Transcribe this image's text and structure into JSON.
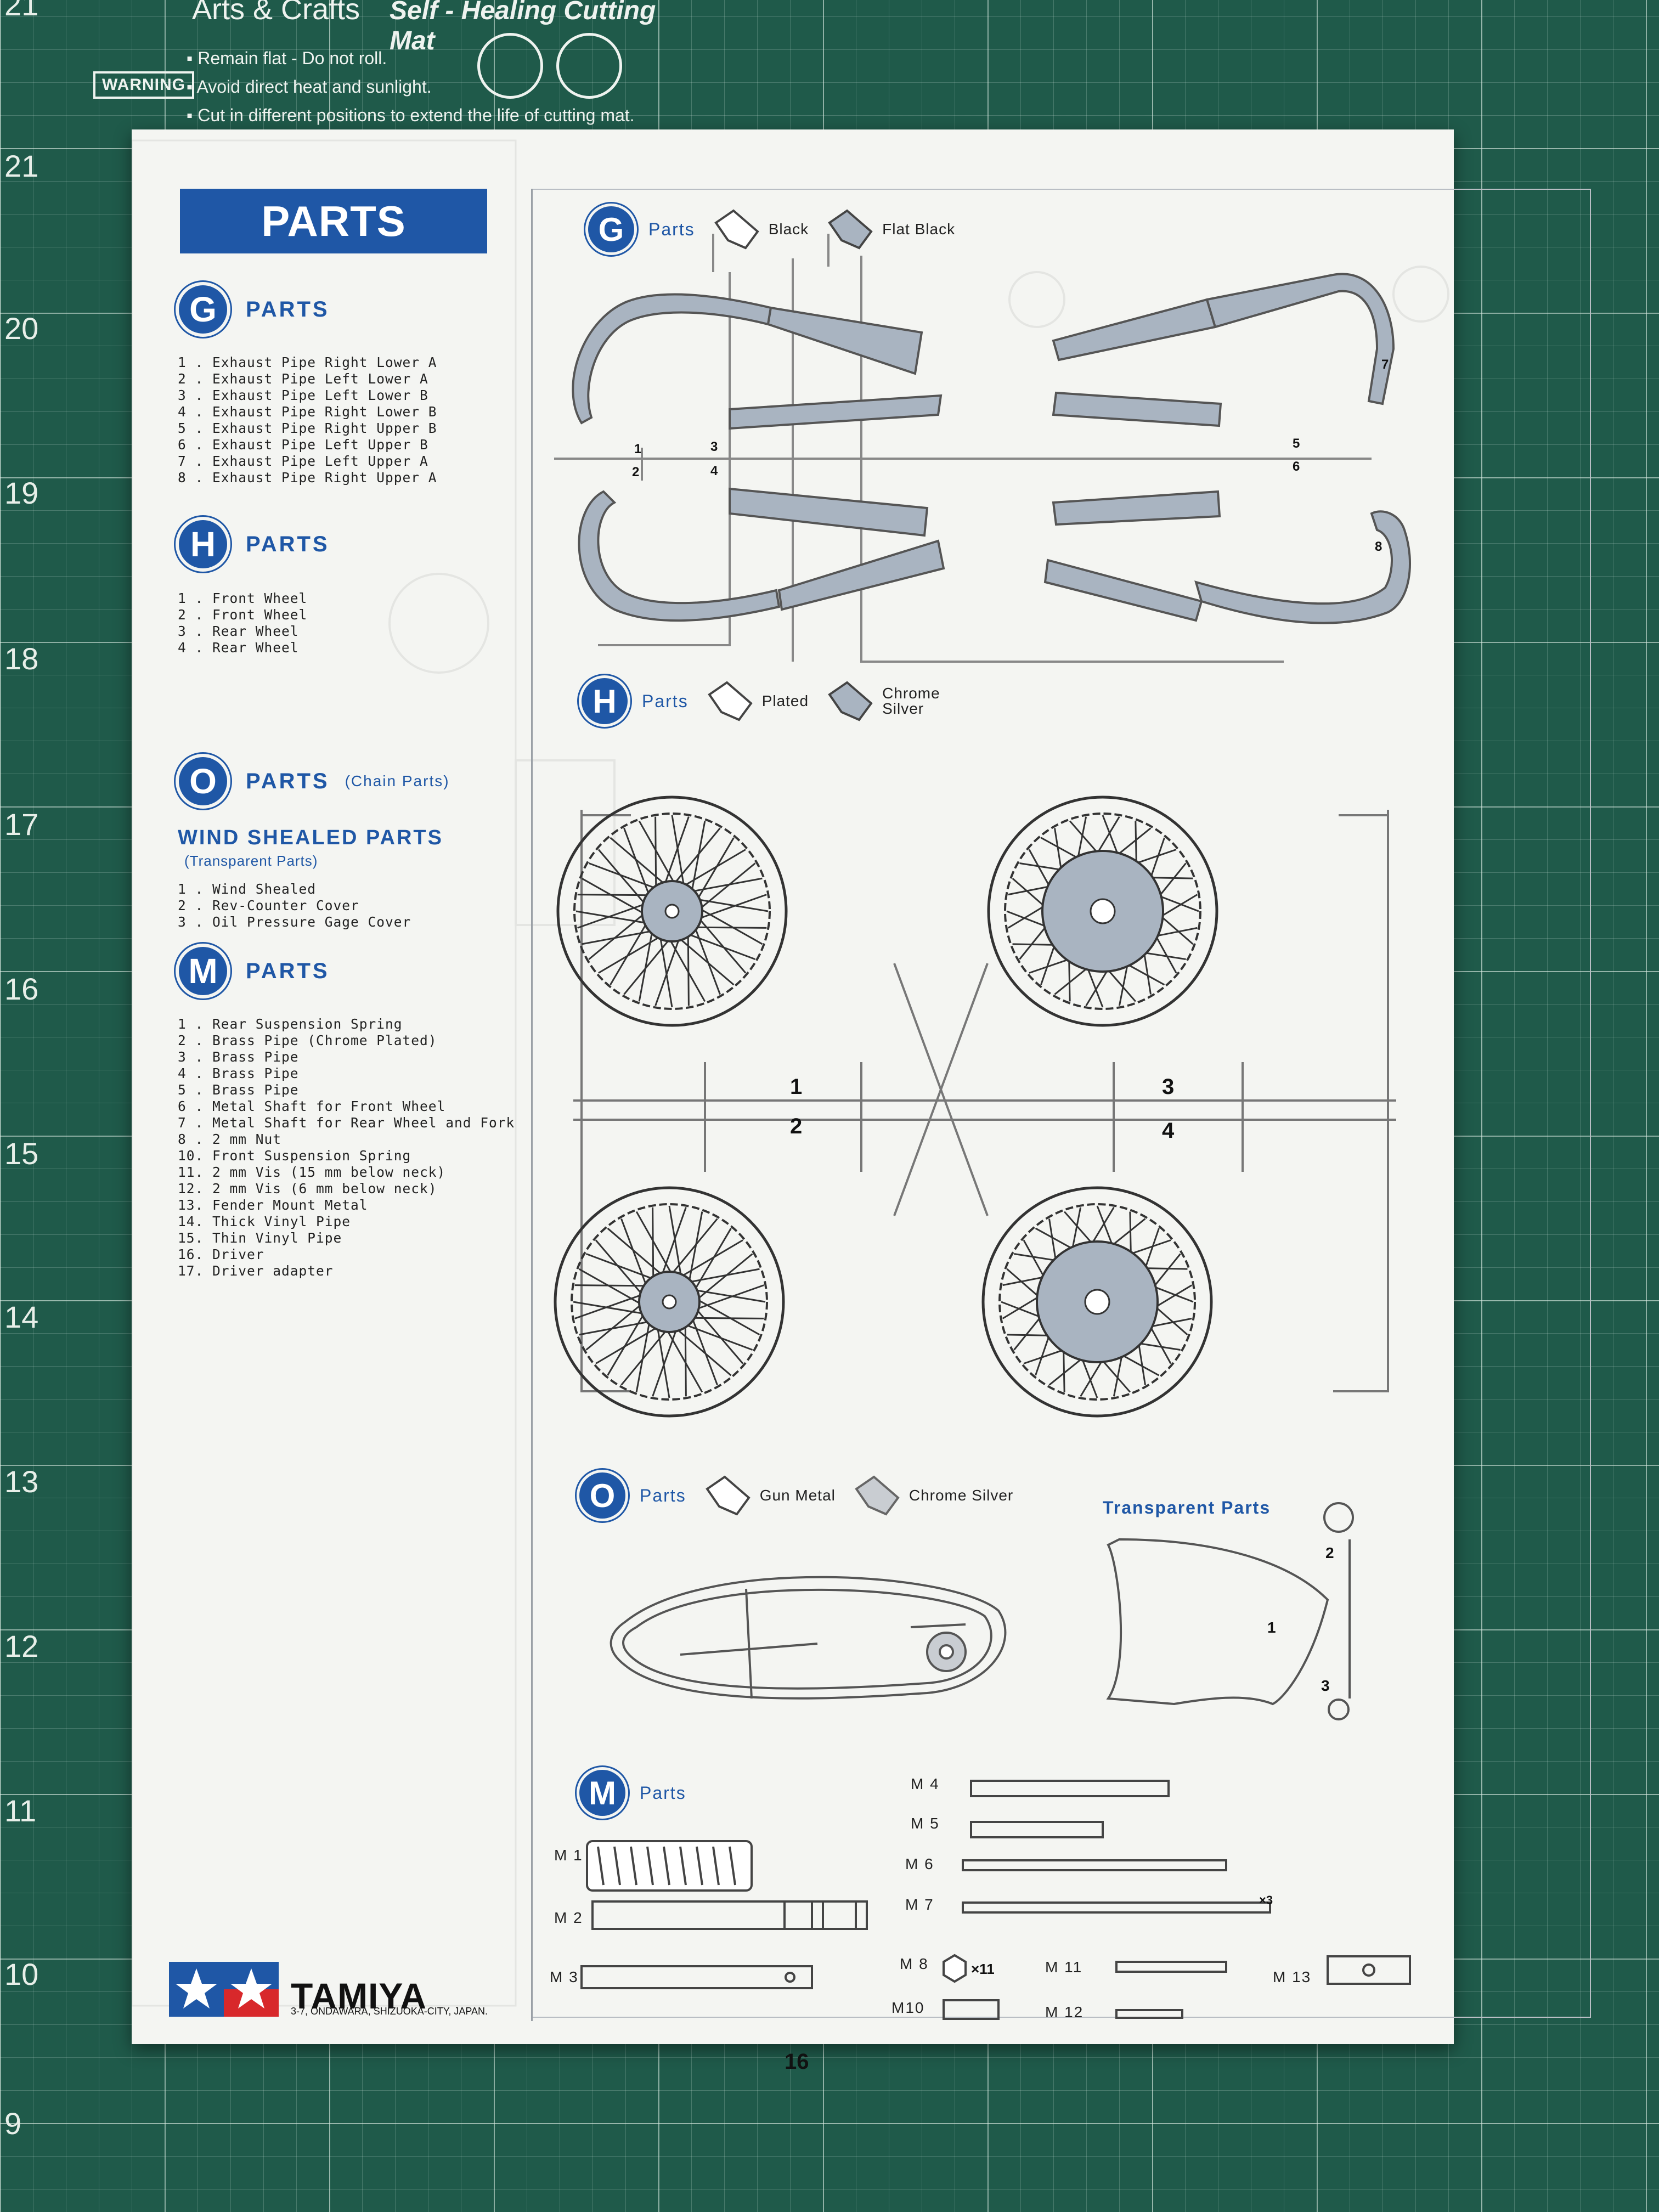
{
  "mat": {
    "brand": "Arts & Crafts",
    "product": "Self - Healing Cutting Mat",
    "warning_label": "WARNING",
    "rules": [
      "Remain flat - Do not roll.",
      "Avoid direct heat and sunlight.",
      "Cut in different positions to extend the life of cutting mat."
    ],
    "ruler_numbers": [
      "21",
      "20",
      "19",
      "18",
      "17",
      "16",
      "15",
      "14",
      "13",
      "12",
      "11",
      "10",
      "9"
    ]
  },
  "sheet": {
    "banner": "PARTS",
    "page_number": "16",
    "sections": {
      "g": {
        "letter": "G",
        "title": "PARTS",
        "items": [
          "1 . Exhaust Pipe Right Lower A",
          "2 . Exhaust Pipe Left Lower A",
          "3 . Exhaust Pipe Left Lower B",
          "4 . Exhaust Pipe Right Lower B",
          "5 . Exhaust Pipe Right Upper B",
          "6 . Exhaust Pipe Left Upper B",
          "7 . Exhaust Pipe Left Upper A",
          "8 . Exhaust Pipe Right Upper A"
        ]
      },
      "h": {
        "letter": "H",
        "title": "PARTS",
        "items": [
          "1 . Front Wheel",
          "2 . Front Wheel",
          "3 . Rear Wheel",
          "4 . Rear Wheel"
        ]
      },
      "o": {
        "letter": "O",
        "title": "PARTS",
        "note": "(Chain Parts)"
      },
      "wind": {
        "title": "WIND SHEALED PARTS",
        "note": "(Transparent Parts)",
        "items": [
          "1 . Wind Shealed",
          "2 . Rev-Counter Cover",
          "3 . Oil Pressure Gage Cover"
        ]
      },
      "m": {
        "letter": "M",
        "title": "PARTS",
        "items": [
          "1 . Rear Suspension Spring",
          "2 . Brass Pipe (Chrome Plated)",
          "3 . Brass Pipe",
          "4 . Brass Pipe",
          "5 . Brass Pipe",
          "6 . Metal Shaft for Front Wheel",
          "7 . Metal Shaft for Rear Wheel and Fork",
          "8 . 2 mm Nut",
          "10. Front Suspension Spring",
          "11. 2 mm Vis (15 mm below neck)",
          "12. 2 mm Vis (6 mm below neck)",
          "13. Fender Mount Metal",
          "14. Thick Vinyl Pipe",
          "15. Thin Vinyl Pipe",
          "16. Driver",
          "17. Driver adapter"
        ]
      }
    },
    "brand": {
      "name": "TAMIYA",
      "address": "3-7, ONDAWARA, SHIZUOKA-CITY, JAPAN."
    },
    "legends": {
      "g": {
        "letter": "G",
        "label": "Parts",
        "swatch1": "Black",
        "swatch2": "Flat Black"
      },
      "h": {
        "letter": "H",
        "label": "Parts",
        "swatch1": "Plated",
        "swatch2_line1": "Chrome",
        "swatch2_line2": "Silver"
      },
      "o": {
        "letter": "O",
        "label": "Parts",
        "swatch1": "Gun Metal",
        "swatch2": "Chrome Silver"
      },
      "m": {
        "letter": "M",
        "label": "Parts"
      }
    },
    "transparent_title": "Transparent Parts",
    "g_numbers": [
      "1",
      "2",
      "3",
      "4",
      "5",
      "6",
      "7",
      "8"
    ],
    "h_numbers": [
      "1",
      "2",
      "3",
      "4"
    ],
    "t_numbers": [
      "1",
      "2",
      "3"
    ],
    "m_labels": [
      "M 1",
      "M 2",
      "M 3",
      "M 4",
      "M 5",
      "M 6",
      "M 7",
      "M 8",
      "M10",
      "M 11",
      "M 12",
      "M 13"
    ],
    "m_counts": {
      "m7": "×3",
      "m8": "×11"
    }
  },
  "colors": {
    "brand_blue": "#1f57a6",
    "mat_green": "#1f5a4a",
    "part_fill": "#a9b4c1"
  }
}
